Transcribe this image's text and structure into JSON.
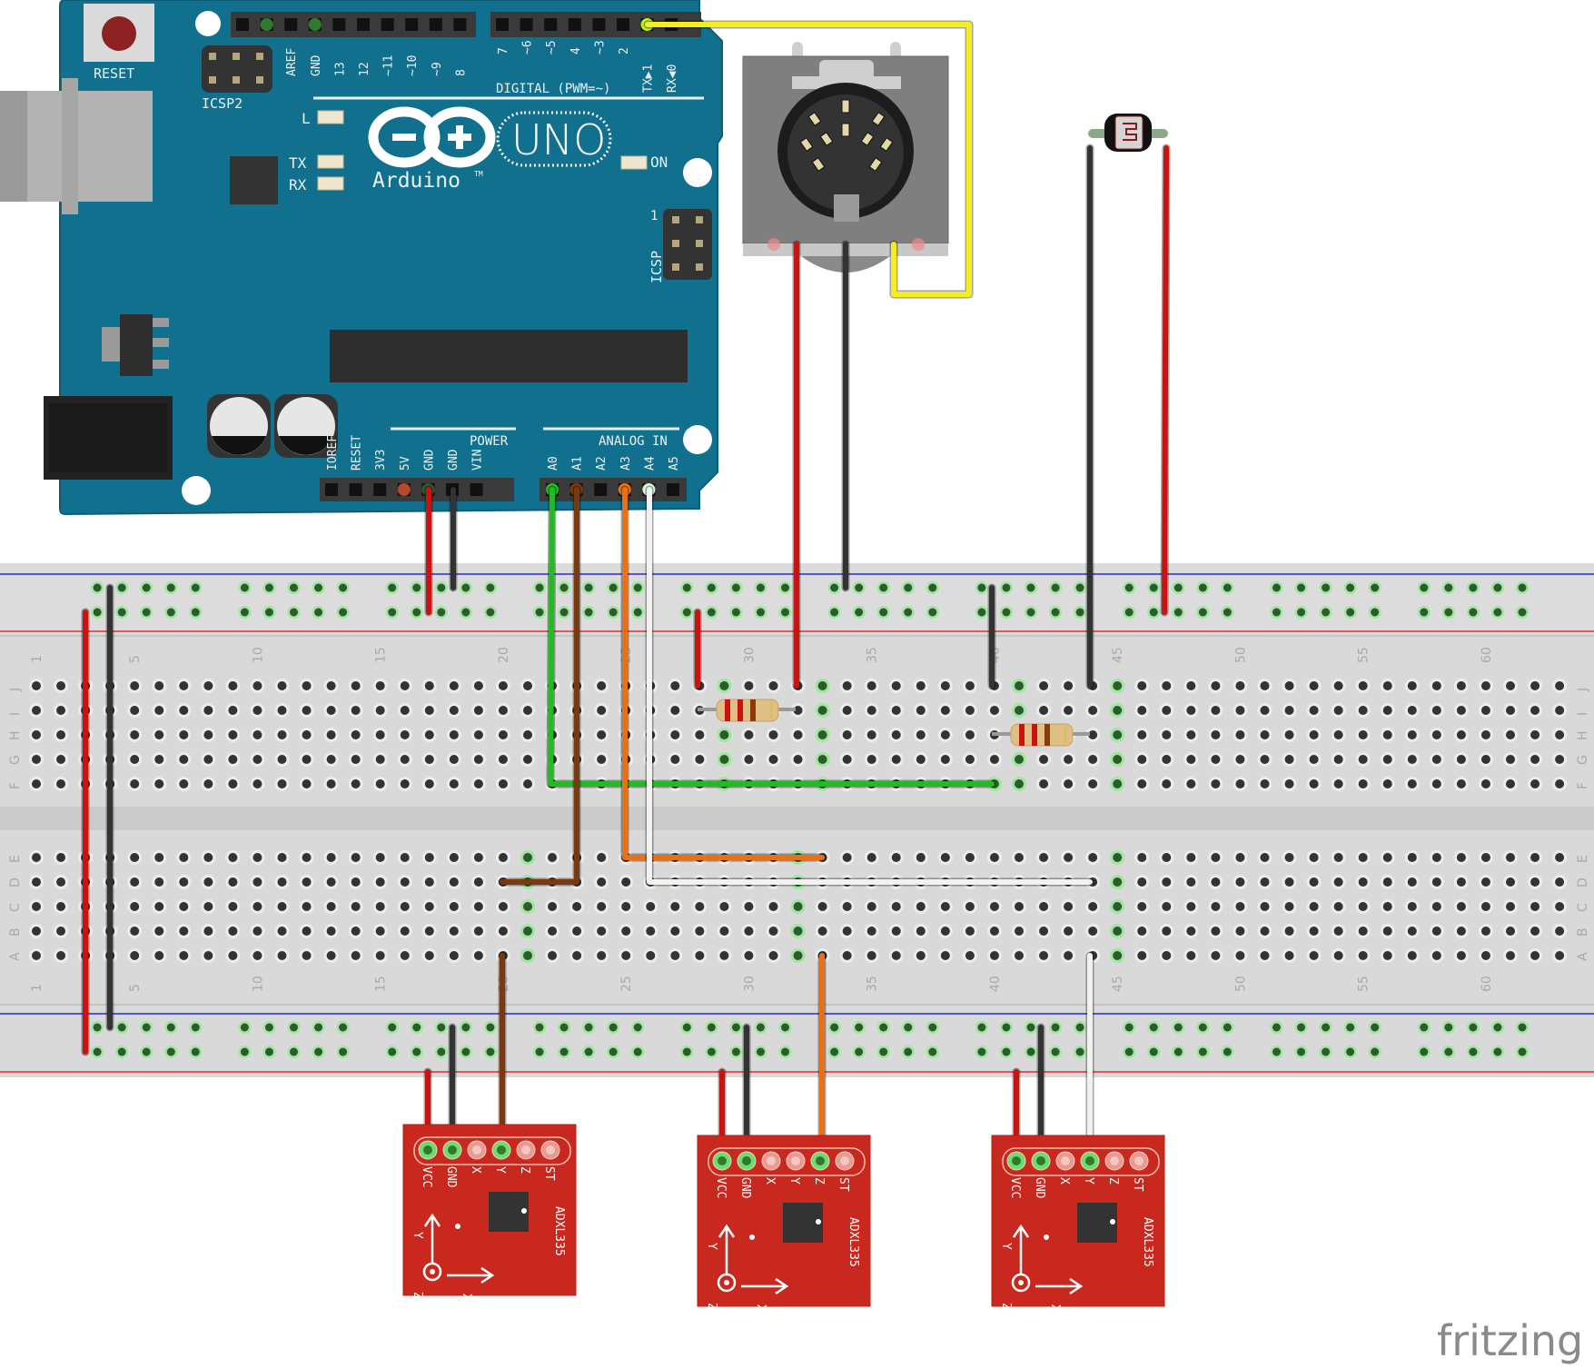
{
  "diagram": {
    "tool_logo": "fritzing",
    "arduino": {
      "model": "UNO",
      "brand": "Arduino",
      "trademark": "TM",
      "reset_label": "RESET",
      "icsp2_label": "ICSP2",
      "icsp_label": "ICSP",
      "icsp_pin1": "1",
      "led_labels": {
        "l": "L",
        "tx": "TX",
        "rx": "RX",
        "on": "ON"
      },
      "digital_header_label": "DIGITAL (PWM=~)",
      "digital_pins_left": [
        "",
        "",
        "AREF",
        "GND",
        "13",
        "12",
        "~11",
        "~10",
        "~9",
        "8"
      ],
      "digital_pins_right": [
        "7",
        "~6",
        "~5",
        "4",
        "~3",
        "2",
        "TX▶1",
        "RX◀0"
      ],
      "power_header_label": "POWER",
      "power_pins": [
        "IOREF",
        "RESET",
        "3V3",
        "5V",
        "GND",
        "GND",
        "VIN"
      ],
      "analog_header_label": "ANALOG IN",
      "analog_pins": [
        "A0",
        "A1",
        "A2",
        "A3",
        "A4",
        "A5"
      ]
    },
    "breadboard": {
      "columns": 63,
      "column_number_labels": [
        "1",
        "5",
        "10",
        "15",
        "20",
        "25",
        "30",
        "35",
        "40",
        "45",
        "50",
        "55",
        "60"
      ],
      "top_row_labels": [
        "J",
        "I",
        "H",
        "G",
        "F"
      ],
      "bottom_row_labels": [
        "E",
        "D",
        "C",
        "B",
        "A"
      ]
    },
    "components": {
      "midi_connector": "5-pin DIN socket",
      "photoresistor": "LDR",
      "resistors": [
        "resistor-1",
        "resistor-2"
      ],
      "accelerometers": [
        {
          "name": "ADXL335",
          "pins": [
            "VCC",
            "GND",
            "X",
            "Y",
            "Z",
            "ST"
          ],
          "axis_labels": [
            "Y",
            "Z",
            "X"
          ]
        },
        {
          "name": "ADXL335",
          "pins": [
            "VCC",
            "GND",
            "X",
            "Y",
            "Z",
            "ST"
          ],
          "axis_labels": [
            "Y",
            "Z",
            "X"
          ]
        },
        {
          "name": "ADXL335",
          "pins": [
            "VCC",
            "GND",
            "X",
            "Y",
            "Z",
            "ST"
          ],
          "axis_labels": [
            "Y",
            "Z",
            "X"
          ]
        }
      ]
    },
    "wire_colors": {
      "power": "#cc1111",
      "ground": "#333333",
      "a0": "#22bb22",
      "a1": "#7a3a10",
      "a3": "#e87018",
      "a4": "#f2f2f2",
      "tx": "#f2ee20"
    },
    "colors": {
      "arduino_board": "#12708f",
      "breadboard": "#d9d9d9",
      "accelerometer_board": "#c8281e"
    }
  }
}
